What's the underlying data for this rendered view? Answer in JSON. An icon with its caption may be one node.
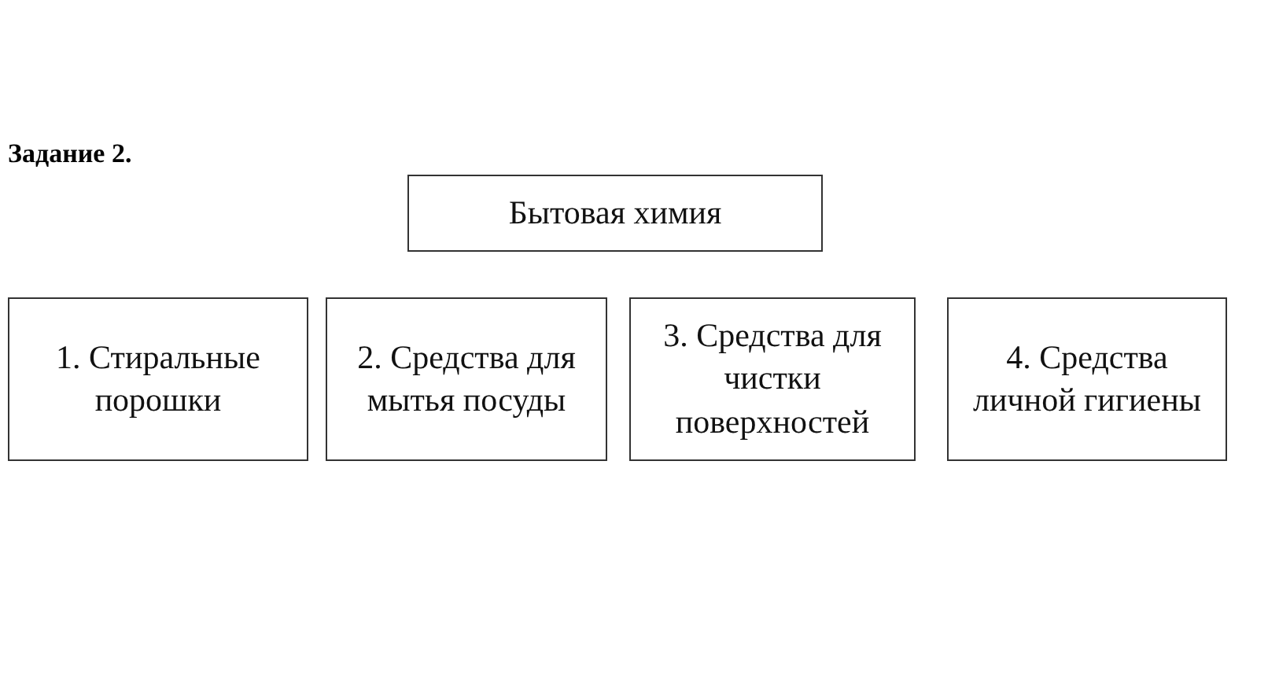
{
  "diagram": {
    "title": "Задание 2.",
    "nodes": [
      {
        "text": [
          "Бытовая химия"
        ]
      },
      {
        "text": [
          "1. Стиральные порошки"
        ]
      },
      {
        "text": [
          "2. Средства для мытья посуды"
        ]
      },
      {
        "text": [
          "3. Средства для чистки поверхностей"
        ]
      },
      {
        "text": [
          "4. Средства личной гигиены"
        ]
      }
    ]
  }
}
